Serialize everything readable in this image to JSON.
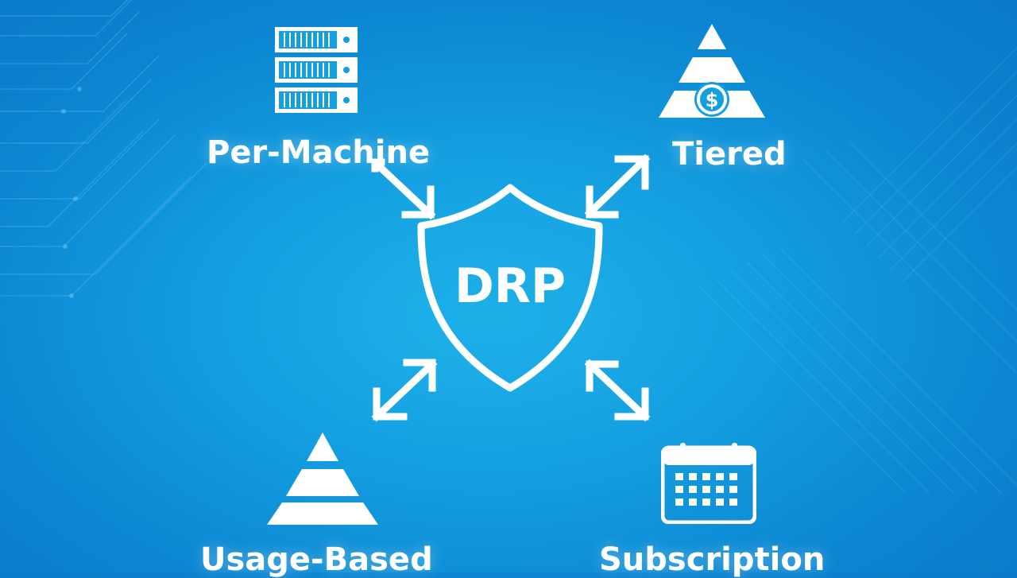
{
  "center": {
    "label": "DRP",
    "icon": "shield-icon"
  },
  "models": [
    {
      "label": "Per-Machine",
      "icon": "server-stack-icon",
      "arrow": "arrow-down-right-icon"
    },
    {
      "label": "Tiered",
      "icon": "pyramid-dollar-icon",
      "arrow": "arrow-up-right-icon"
    },
    {
      "label": "Usage-Based",
      "icon": "pyramid-icon",
      "arrow": "arrow-down-left-icon"
    },
    {
      "label": "Subscription",
      "icon": "calendar-icon",
      "arrow": "arrow-down-right-icon"
    }
  ],
  "colors": {
    "background": "#149fe0",
    "foreground": "#ffffff"
  }
}
